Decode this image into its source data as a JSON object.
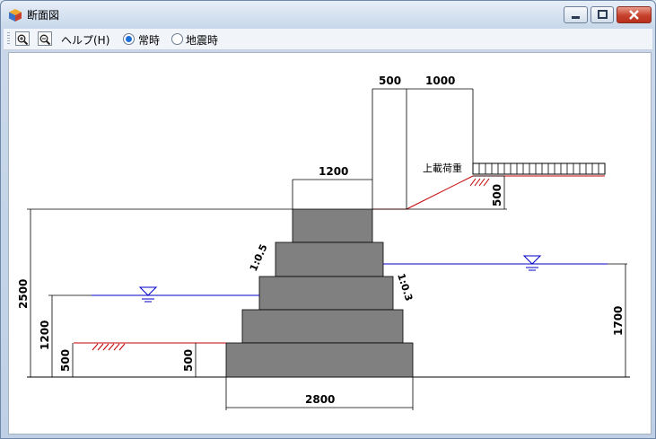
{
  "window": {
    "title": "断面図",
    "icon": "app-cube-icon"
  },
  "toolbar": {
    "zoom_in_icon": "zoom-in-icon",
    "zoom_out_icon": "zoom-out-icon",
    "help_label": "ヘルプ(H)",
    "mode_options": [
      {
        "label": "常時",
        "selected": true
      },
      {
        "label": "地震時",
        "selected": false
      }
    ]
  },
  "drawing": {
    "dimensions": {
      "top_left": "500",
      "top_right": "1000",
      "crest_width": "1200",
      "surcharge_height": "500",
      "total_height": "2500",
      "water_left": "1200",
      "ground_left": "500",
      "ground_right": "500",
      "water_right": "1700",
      "base_width": "2800"
    },
    "slope_left": "1:0.5",
    "slope_right": "1:0.3",
    "load_label": "上載荷重",
    "colors": {
      "block": "#808080",
      "water": "#0000c8",
      "ground": "#c00000",
      "line": "#000000"
    }
  }
}
